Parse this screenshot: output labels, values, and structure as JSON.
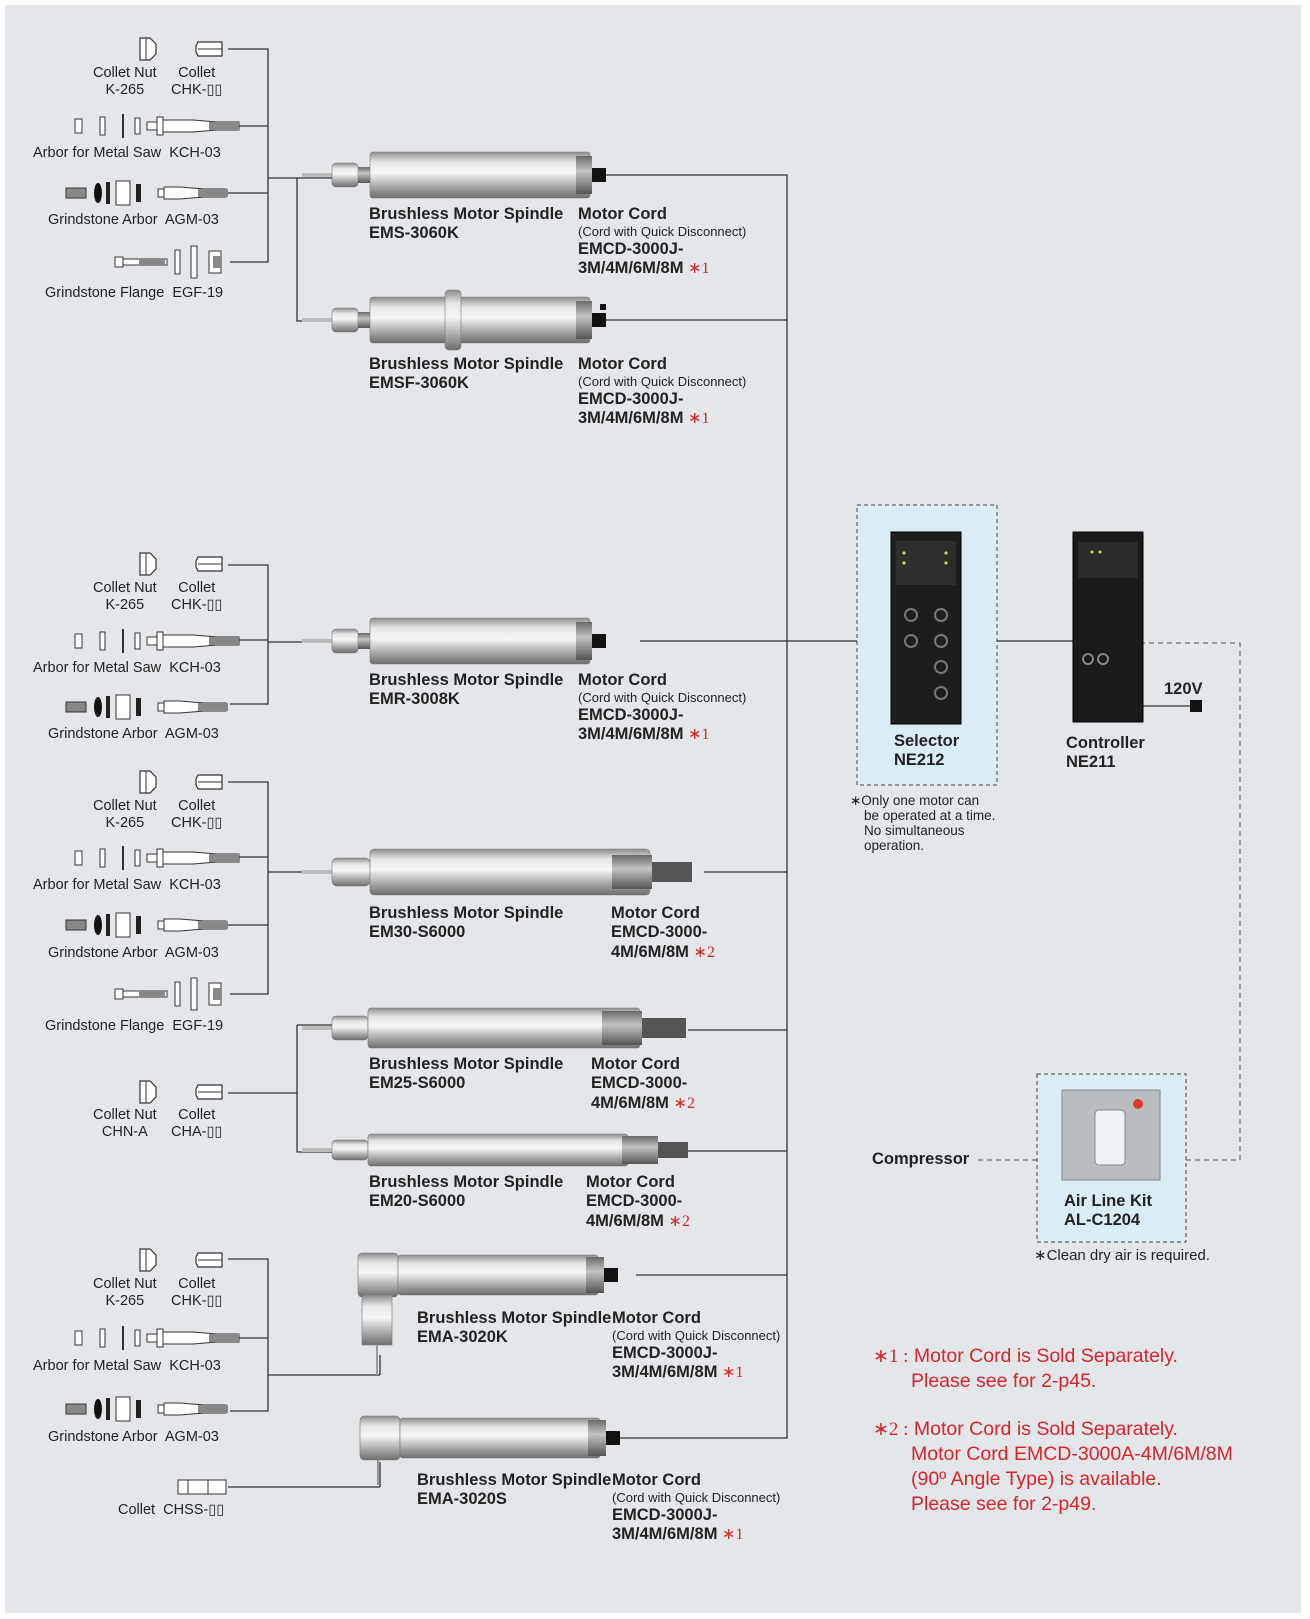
{
  "accessories": {
    "collet_nut": "Collet Nut",
    "collet": "Collet",
    "k265": "K-265",
    "chk": "CHK-▯▯",
    "metal_saw": "Arbor for Metal Saw",
    "kch": "KCH-03",
    "grind_arbor": "Grindstone Arbor",
    "agm": "AGM-03",
    "grind_flange": "Grindstone Flange",
    "egf": "EGF-19",
    "chna": "CHN-A",
    "cha": "CHA-▯▯",
    "chss": "CHSS-▯▯"
  },
  "spindles": {
    "label": "Brushless Motor Spindle",
    "ems": "EMS-3060K",
    "emsf": "EMSF-3060K",
    "emr": "EMR-3008K",
    "em30": "EM30-S6000",
    "em25": "EM25-S6000",
    "em20": "EM20-S6000",
    "ema_k": "EMA-3020K",
    "ema_s": "EMA-3020S"
  },
  "cords": {
    "label": "Motor Cord",
    "qd": "(Cord with Quick Disconnect)",
    "j_l1": "EMCD-3000J-",
    "j_l2": "3M/4M/6M/8M",
    "s_l1": "EMCD-3000-",
    "s_l2": "4M/6M/8M",
    "mark1": "∗1",
    "mark2": "∗2"
  },
  "selector": {
    "label": "Selector",
    "model": "NE212",
    "note": [
      "∗Only one motor can",
      "be operated at a time.",
      "No simultaneous",
      "operation."
    ]
  },
  "controller": {
    "label": "Controller",
    "model": "NE211",
    "voltage": "120V"
  },
  "airline": {
    "label": "Air Line Kit",
    "model": "AL-C1204",
    "compressor": "Compressor",
    "note": "∗Clean dry air is required."
  },
  "footnotes": {
    "n1_mark": "∗1 :",
    "n1": [
      "Motor Cord is Sold Separately.",
      "Please see for 2-p45."
    ],
    "n2_mark": "∗2 :",
    "n2": [
      "Motor Cord is Sold Separately.",
      "Motor Cord EMCD-3000A-4M/6M/8M",
      "(90º Angle Type) is available.",
      "Please see for 2-p49."
    ]
  },
  "colors": {
    "background": "#e4e7ea",
    "note_red": "#d7262b",
    "panel": "#dcecf4"
  }
}
